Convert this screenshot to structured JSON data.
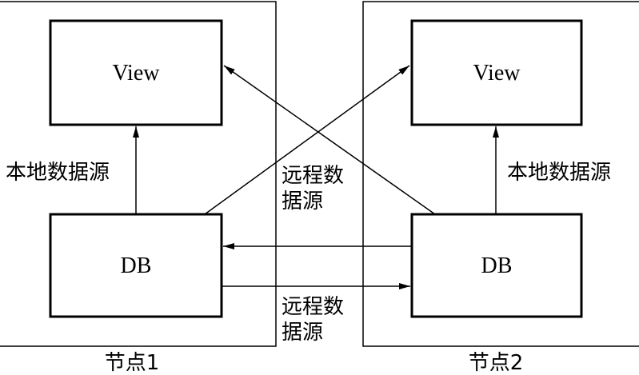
{
  "nodes": [
    {
      "label": "节点1",
      "view_label": "View",
      "db_label": "DB",
      "local_source_label": "本地数据源"
    },
    {
      "label": "节点2",
      "view_label": "View",
      "db_label": "DB",
      "local_source_label": "本地数据源"
    }
  ],
  "remote_labels": {
    "upper_line1": "远程数",
    "upper_line2": "据源",
    "lower_line1": "远程数",
    "lower_line2": "据源"
  },
  "colors": {
    "stroke": "#000000",
    "background": "#ffffff"
  }
}
